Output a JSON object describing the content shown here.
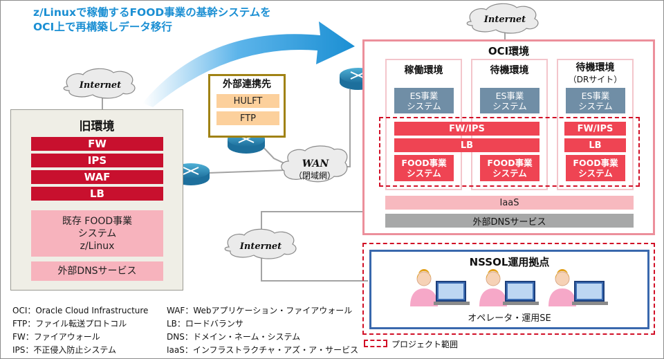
{
  "headline": {
    "line1": "z/Linuxで稼働するFOOD事業の基幹システムを",
    "line2": "OCI上で再構築しデータ移行"
  },
  "clouds": {
    "internet_top": "Internet",
    "internet_left": "Internet",
    "internet_bottom": "Internet",
    "wan_title": "WAN",
    "wan_sub": "（閉域網）"
  },
  "old_env": {
    "title": "旧環境",
    "bars": [
      "FW",
      "IPS",
      "WAF",
      "LB"
    ],
    "system": [
      "既存 FOOD事業",
      "システム",
      "z/Linux"
    ],
    "dns": "外部DNSサービス"
  },
  "external": {
    "title": "外部連携先",
    "items": [
      "HULFT",
      "FTP"
    ]
  },
  "oci": {
    "title": "OCI環境",
    "sites": [
      {
        "title": "稼働環境",
        "subtitle": "",
        "es": [
          "ES事業",
          "システム"
        ],
        "food": [
          "FOOD事業",
          "システム"
        ]
      },
      {
        "title": "待機環境",
        "subtitle": "",
        "es": [
          "ES事業",
          "システム"
        ],
        "food": [
          "FOOD事業",
          "システム"
        ]
      },
      {
        "title": "待機環境",
        "subtitle": "（DRサイト）",
        "es": [
          "ES事業",
          "システム"
        ],
        "food": [
          "FOOD事業",
          "システム"
        ]
      }
    ],
    "fwips": "FW/IPS",
    "lb": "LB",
    "iaas": "IaaS",
    "dns": "外部DNSサービス"
  },
  "nssol": {
    "title": "NSSOL運用拠点",
    "label": "オペレータ・運用SE"
  },
  "legend": {
    "col1": [
      "OCI：Oracle Cloud Infrastructure",
      "FTP：ファイル転送プロトコル",
      "FW：ファイアウォール",
      "IPS：不正侵入防止システム"
    ],
    "col2": [
      "WAF：Webアプリケーション・ファイアウォール",
      "LB：ロードバランサ",
      "DNS：ドメイン・ネーム・システム",
      "IaaS：インフラストラクチャ・アズ・ア・サービス"
    ],
    "project": "プロジェクト範囲"
  },
  "colors": {
    "accent_blue": "#1b8fd3",
    "old_red": "#c8102e",
    "oci_red": "#ef4453",
    "es_slate": "#708ea6",
    "oci_border": "#ec8f9b",
    "external_border": "#a08214",
    "nssol_border": "#3968ad"
  }
}
